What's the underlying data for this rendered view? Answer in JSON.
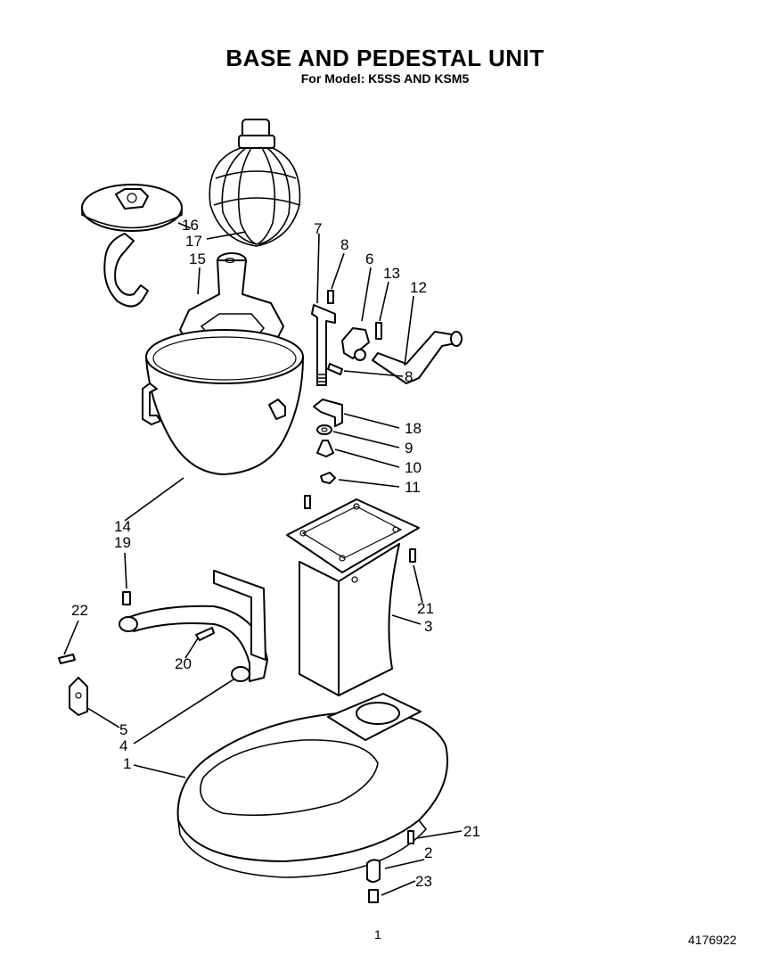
{
  "header": {
    "title": "BASE AND PEDESTAL UNIT",
    "subtitle": "For Model: K5SS AND KSM5"
  },
  "footer": {
    "page_number": "1",
    "doc_number": "4176922"
  },
  "callouts": [
    {
      "id": "c16",
      "label": "16"
    },
    {
      "id": "c17",
      "label": "17"
    },
    {
      "id": "c15",
      "label": "15"
    },
    {
      "id": "c7",
      "label": "7"
    },
    {
      "id": "c8a",
      "label": "8"
    },
    {
      "id": "c6",
      "label": "6"
    },
    {
      "id": "c13",
      "label": "13"
    },
    {
      "id": "c12",
      "label": "12"
    },
    {
      "id": "c8b",
      "label": "8"
    },
    {
      "id": "c18",
      "label": "18"
    },
    {
      "id": "c9",
      "label": "9"
    },
    {
      "id": "c10",
      "label": "10"
    },
    {
      "id": "c11",
      "label": "11"
    },
    {
      "id": "c14",
      "label": "14"
    },
    {
      "id": "c19",
      "label": "19"
    },
    {
      "id": "c22",
      "label": "22"
    },
    {
      "id": "c20",
      "label": "20"
    },
    {
      "id": "c21a",
      "label": "21"
    },
    {
      "id": "c3",
      "label": "3"
    },
    {
      "id": "c5",
      "label": "5"
    },
    {
      "id": "c4",
      "label": "4"
    },
    {
      "id": "c1",
      "label": "1"
    },
    {
      "id": "c21b",
      "label": "21"
    },
    {
      "id": "c2",
      "label": "2"
    },
    {
      "id": "c23",
      "label": "23"
    }
  ]
}
